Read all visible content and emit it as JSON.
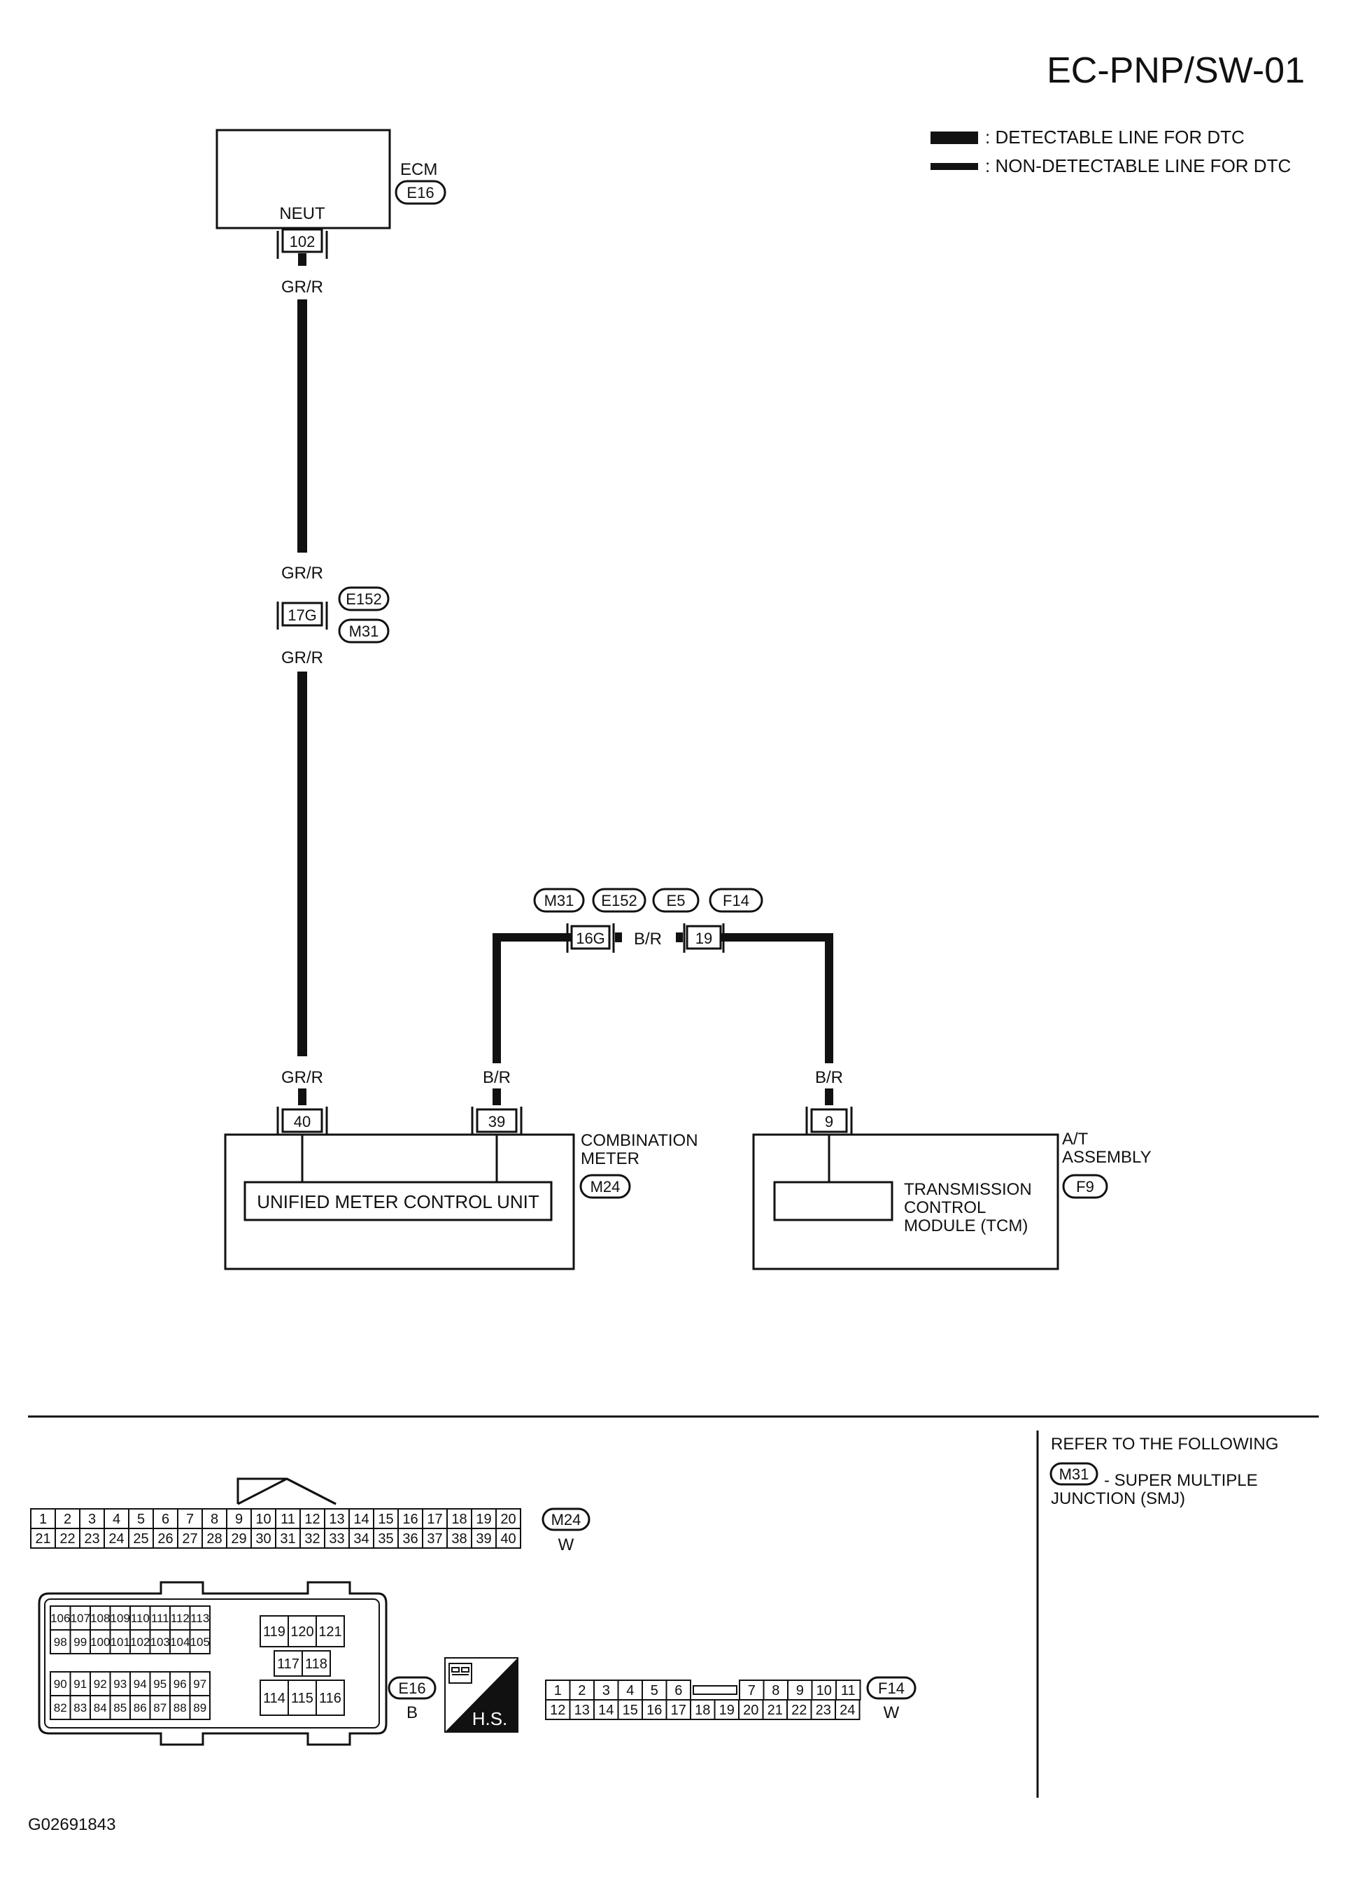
{
  "page_title": "EC-PNP/SW-01",
  "legend": {
    "detectable": ": DETECTABLE LINE FOR DTC",
    "non_detectable": ": NON-DETECTABLE LINE FOR DTC"
  },
  "ecm": {
    "name": "ECM",
    "connector": "E16",
    "terminal_label": "NEUT",
    "terminal": "102"
  },
  "wires": {
    "gr_r": "GR/R",
    "b_r": "B/R"
  },
  "junction_main": {
    "terminal": "17G",
    "connector_top": "E152",
    "connector_bottom": "M31"
  },
  "junction_br": {
    "connectors": [
      "M31",
      "E152",
      "E5",
      "F14"
    ],
    "terminal_left": "16G",
    "terminal_right": "19"
  },
  "combination_meter": {
    "name_line1": "COMBINATION",
    "name_line2": "METER",
    "connector": "M24",
    "terminal_a": "40",
    "terminal_b": "39",
    "unit_label": "UNIFIED METER CONTROL UNIT"
  },
  "at_assembly": {
    "name_line1": "A/T",
    "name_line2": "ASSEMBLY",
    "connector": "F9",
    "terminal": "9",
    "module_line1": "TRANSMISSION",
    "module_line2": "CONTROL",
    "module_line3": "MODULE (TCM)"
  },
  "refer": {
    "heading": "REFER TO THE FOLLOWING",
    "connector": "M31",
    "desc_line1": "- SUPER MULTIPLE",
    "desc_line2": "JUNCTION (SMJ)"
  },
  "connector_m24": {
    "id": "M24",
    "color": "W",
    "row1": [
      "1",
      "2",
      "3",
      "4",
      "5",
      "6",
      "7",
      "8",
      "9",
      "10",
      "11",
      "12",
      "13",
      "14",
      "15",
      "16",
      "17",
      "18",
      "19",
      "20"
    ],
    "row2": [
      "21",
      "22",
      "23",
      "24",
      "25",
      "26",
      "27",
      "28",
      "29",
      "30",
      "31",
      "32",
      "33",
      "34",
      "35",
      "36",
      "37",
      "38",
      "39",
      "40"
    ]
  },
  "connector_e16": {
    "id": "E16",
    "color": "B",
    "left_rows": [
      [
        "106",
        "107",
        "108",
        "109",
        "110",
        "111",
        "112",
        "113"
      ],
      [
        "98",
        "99",
        "100",
        "101",
        "102",
        "103",
        "104",
        "105"
      ],
      [
        "90",
        "91",
        "92",
        "93",
        "94",
        "95",
        "96",
        "97"
      ],
      [
        "82",
        "83",
        "84",
        "85",
        "86",
        "87",
        "88",
        "89"
      ]
    ],
    "right_top": [
      "119",
      "120",
      "121"
    ],
    "right_mid": [
      "117",
      "118"
    ],
    "right_bottom": [
      "114",
      "115",
      "116"
    ]
  },
  "hs_badge": "H.S.",
  "connector_f14": {
    "id": "F14",
    "color": "W",
    "row1_left": [
      "1",
      "2",
      "3",
      "4",
      "5",
      "6"
    ],
    "row1_right": [
      "7",
      "8",
      "9",
      "10",
      "11"
    ],
    "row2": [
      "12",
      "13",
      "14",
      "15",
      "16",
      "17",
      "18",
      "19",
      "20",
      "21",
      "22",
      "23",
      "24"
    ]
  },
  "figure_id": "G02691843"
}
